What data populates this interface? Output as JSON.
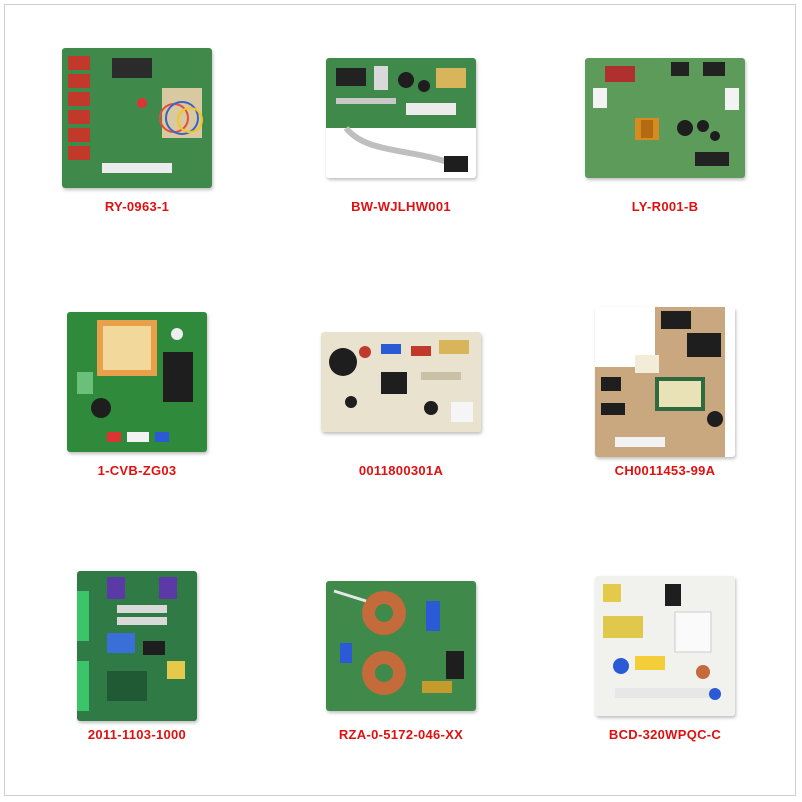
{
  "products": [
    {
      "label": "RY-0963-1",
      "board": "green"
    },
    {
      "label": "BW-WJLHW001",
      "board": "green"
    },
    {
      "label": "LY-R001-B",
      "board": "green"
    },
    {
      "label": "1-CVB-ZG03",
      "board": "green"
    },
    {
      "label": "0011800301A",
      "board": "cream"
    },
    {
      "label": "CH0011453-99A",
      "board": "tan"
    },
    {
      "label": "2011-1103-1000",
      "board": "green"
    },
    {
      "label": "RZA-0-5172-046-XX",
      "board": "green"
    },
    {
      "label": "BCD-320WPQC-C",
      "board": "white"
    }
  ],
  "colors": {
    "label": "#e01010",
    "green": "#3f8a4a",
    "cream": "#e9e2cf",
    "tan": "#c9a77f",
    "white": "#f1f1ee"
  }
}
